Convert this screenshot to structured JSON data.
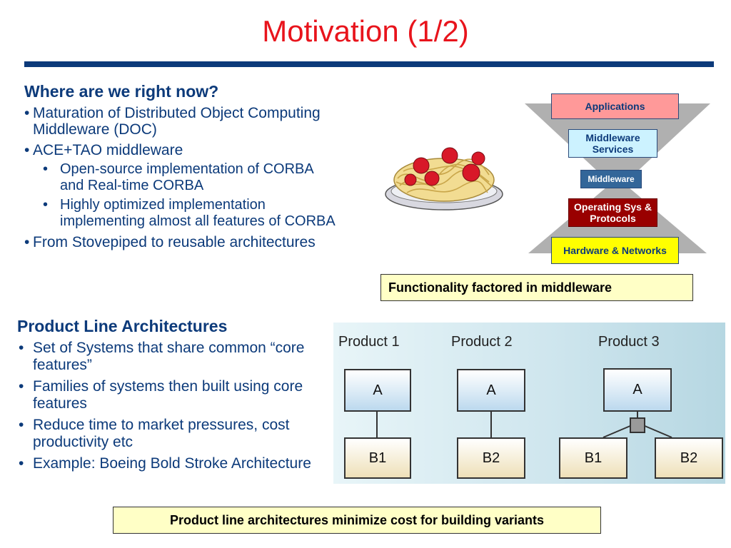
{
  "slide": {
    "title": "Motivation (1/2)"
  },
  "section1": {
    "heading": "Where are we right now?",
    "bullets": [
      "Maturation of Distributed Object Computing Middleware (DOC)",
      "ACE+TAO middleware"
    ],
    "sub_bullets": [
      "Open-source implementation of CORBA and Real-time CORBA",
      "Highly optimized implementation implementing almost all features of CORBA"
    ],
    "last_bullet": "From Stovepiped to reusable architectures"
  },
  "stack": {
    "layers": [
      "Applications",
      "Middleware Services",
      "Middleware",
      "Operating Sys & Protocols",
      "Hardware & Networks"
    ],
    "caption": "Functionality factored in middleware",
    "colors": {
      "applications": "#ff9999",
      "services": "#ccf2ff",
      "middleware": "#336699",
      "os": "#990000",
      "hardware": "#ffff00",
      "funnel": "#b0b0b0"
    }
  },
  "section2": {
    "heading": "Product Line Architectures",
    "bullets": [
      "Set of Systems that share common “core features”",
      "Families of systems then built using core features",
      "Reduce time to market pressures, cost productivity etc",
      "Example: Boeing Bold Stroke Architecture"
    ]
  },
  "products": {
    "labels": [
      "Product 1",
      "Product 2",
      "Product 3"
    ],
    "p1": {
      "top": "A",
      "bottom": "B1"
    },
    "p2": {
      "top": "A",
      "bottom": "B2"
    },
    "p3": {
      "top": "A",
      "bottom_left": "B1",
      "bottom_right": "B2"
    }
  },
  "bottom_caption": "Product line architectures minimize cost for building variants",
  "theme": {
    "title_color": "#e8141c",
    "text_color": "#0c3a7a",
    "caption_bg": "#ffffc6"
  }
}
